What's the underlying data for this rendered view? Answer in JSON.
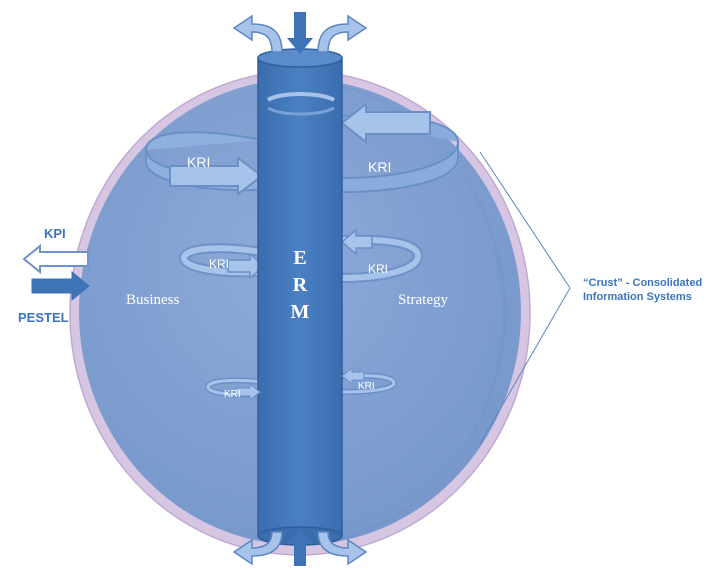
{
  "diagram": {
    "core_letters": [
      "E",
      "R",
      "M"
    ],
    "left_label": "Business",
    "right_label": "Strategy",
    "kri_label": "KRI",
    "kpi_label": "KPI",
    "pestel_label": "PESTEL",
    "crust_line1": "“Crust” - Consolidated",
    "crust_line2": "Information Systems"
  },
  "colors": {
    "sphere_fill": "#84a3d3",
    "crust_fill": "#d3c2e0",
    "column_fill": "#3f75b5",
    "arrow_fill": "#9dbce5",
    "arrow_stroke": "#5b86c2",
    "label_blue": "#3c74bf",
    "text_white": "#ffffff"
  }
}
